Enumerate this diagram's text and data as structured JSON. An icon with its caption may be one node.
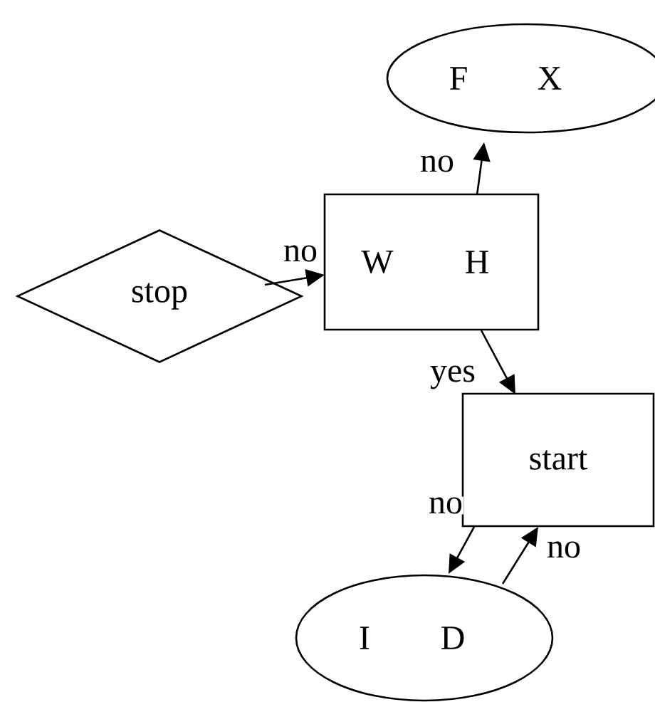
{
  "diagram": {
    "nodes": [
      {
        "text": [
          "F",
          "X"
        ]
      },
      {
        "text": [
          "stop"
        ]
      },
      {
        "text": [
          "W",
          "H"
        ]
      },
      {
        "text": [
          "start"
        ]
      },
      {
        "text": [
          "I",
          "D"
        ]
      }
    ],
    "edges": [
      {
        "from": 1,
        "to": 2,
        "arrow": "to",
        "label": "no"
      },
      {
        "from": 2,
        "to": 0,
        "arrow": "to",
        "label": "no"
      },
      {
        "from": 2,
        "to": 3,
        "arrow": "to",
        "label": "yes"
      },
      {
        "from": 3,
        "to": 4,
        "arrow": "to",
        "label": "no"
      },
      {
        "from": 4,
        "to": 3,
        "arrow": "to",
        "label": "no"
      }
    ]
  }
}
